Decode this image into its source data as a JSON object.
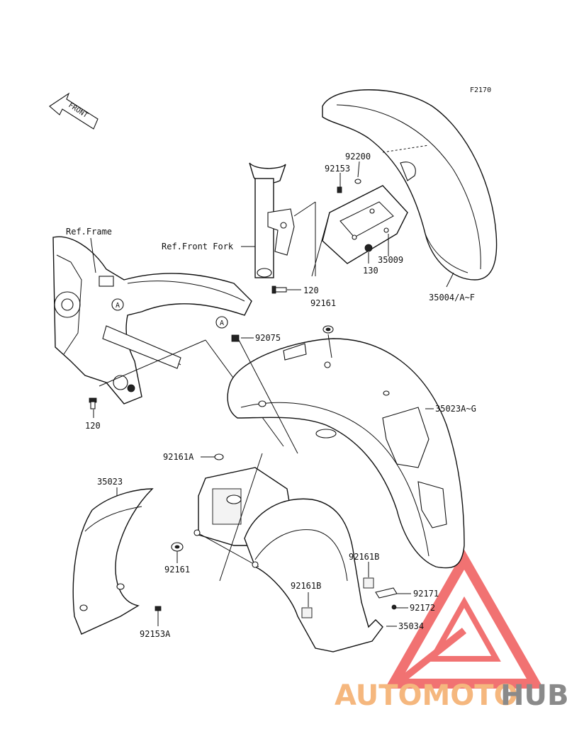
{
  "figure_code": "F2170",
  "front_arrow_label": "FRONT",
  "references": {
    "frame": "Ref.Frame",
    "front_fork": "Ref.Front Fork"
  },
  "markers": {
    "a_upper": "A",
    "a_lower": "A"
  },
  "parts": {
    "p92200": "92200",
    "p92153": "92153",
    "p35009": "35009",
    "p130": "130",
    "p35004": "35004/A~F",
    "p120_top": "120",
    "p92161_top": "92161",
    "p92075": "92075",
    "p35023ag": "35023A~G",
    "p120_left": "120",
    "p92161a": "92161A",
    "p35023": "35023",
    "p92161_bottom": "92161",
    "p92161b_right": "92161B",
    "p92161b_left": "92161B",
    "p92171": "92171",
    "p92172": "92172",
    "p35034": "35034",
    "p92153a": "92153A"
  },
  "watermark": {
    "part1": "AUTOMOTO",
    "part2": "HUB",
    "color1": "#f5b77e",
    "color2": "#8a8a8a",
    "triangle_color": "#ef5a5a"
  }
}
